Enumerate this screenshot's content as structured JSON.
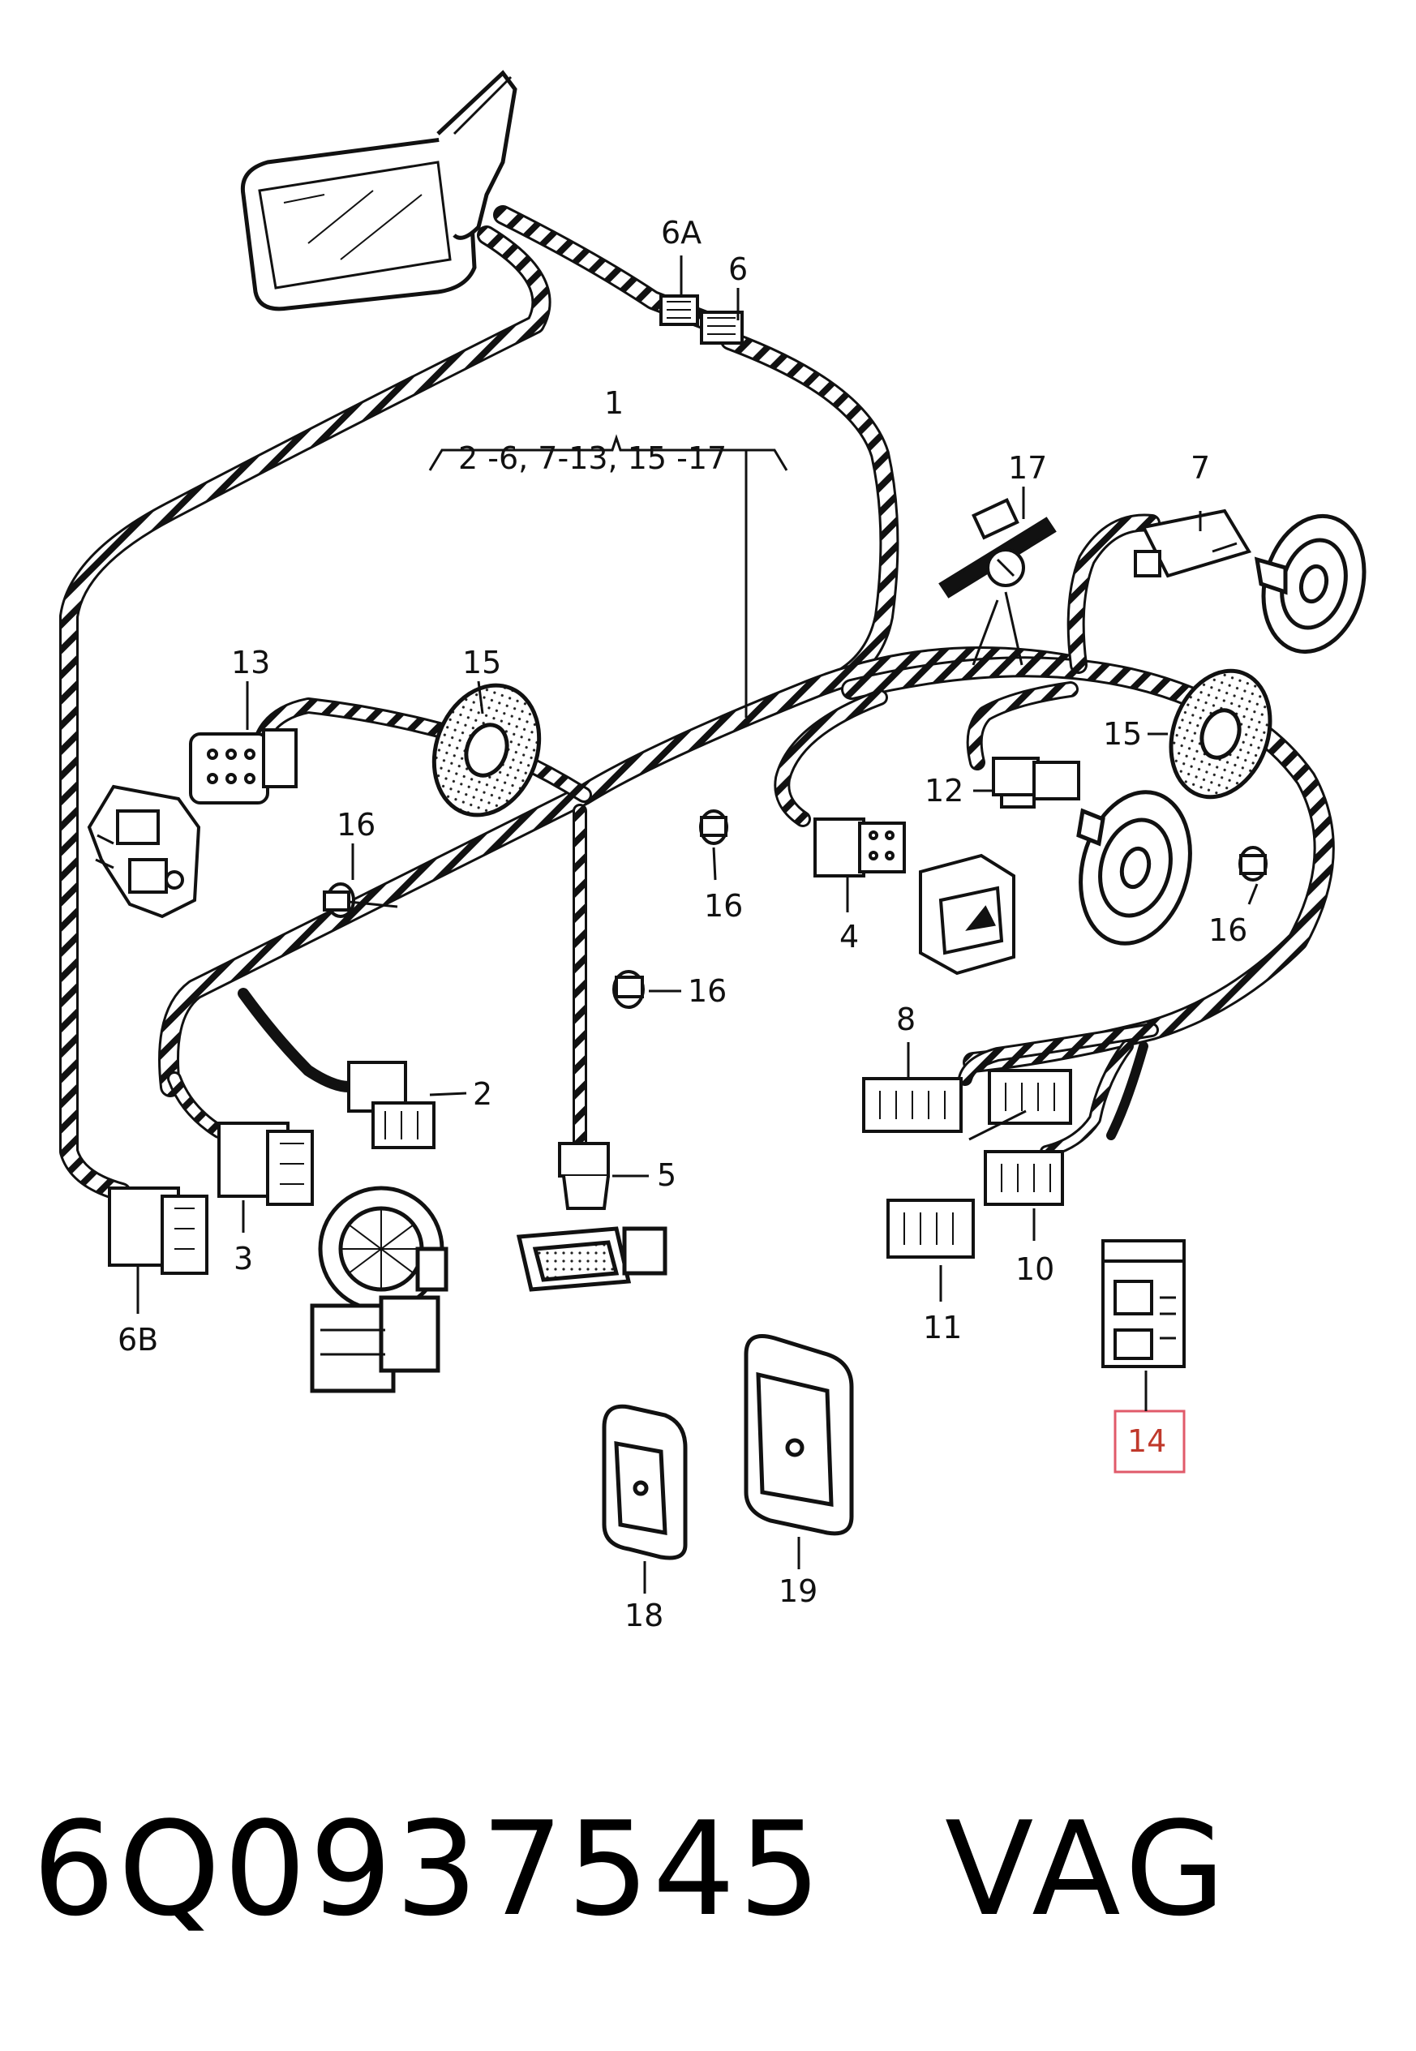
{
  "callouts": {
    "c1": "1",
    "c1_range": "2 -6, 7-13, 15 -17",
    "c2": "2",
    "c3": "3",
    "c4": "4",
    "c5": "5",
    "c6": "6",
    "c6a": "6A",
    "c6b": "6B",
    "c7": "7",
    "c8": "8",
    "c10": "10",
    "c11": "11",
    "c12": "12",
    "c13": "13",
    "c14": "14",
    "c15a": "15",
    "c15b": "15",
    "c16a": "16",
    "c16b": "16",
    "c16c": "16",
    "c16d": "16",
    "c17": "17",
    "c18": "18",
    "c19": "19"
  },
  "highlight_color": "#e05a6a",
  "footer": {
    "part_number": "6Q0937545",
    "brand": "VAG"
  }
}
